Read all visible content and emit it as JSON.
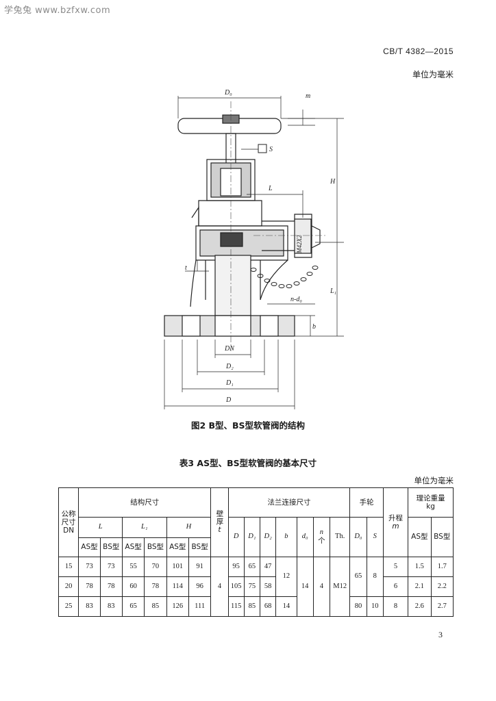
{
  "watermark": "学兔兔 www.bzfxw.com",
  "header": {
    "standard_no": "CB/T 4382—2015",
    "unit": "单位为毫米"
  },
  "figure": {
    "caption": "图2   B型、BS型软管阀的结构",
    "labels": {
      "D0": "D₀",
      "m": "m",
      "S": "S",
      "H": "H",
      "L": "L",
      "L1": "L₁",
      "M": "M42X2",
      "t": "t",
      "nd0": "n-d₀",
      "b": "b",
      "DN": "DN",
      "D2": "D₂",
      "D1": "D₁",
      "D": "D"
    }
  },
  "table": {
    "caption": "表3   AS型、BS型软管阀的基本尺寸",
    "unit": "单位为毫米",
    "headers": {
      "nominal": "公称尺寸DN",
      "structure": "结构尺寸",
      "wall": "壁厚",
      "wall_t": "t",
      "flange": "法兰连接尺寸",
      "handwheel": "手轮",
      "lift": "升程",
      "lift_m": "m",
      "weight": "理论重量",
      "weight_unit": "kg",
      "L": "L",
      "L1": "L₁",
      "H": "H",
      "D": "D",
      "D1": "D₁",
      "D2": "D₂",
      "b": "b",
      "d0": "d₀",
      "n": "n",
      "n_unit": "个",
      "th": "Th.",
      "D0": "D₀",
      "S": "S",
      "as": "AS型",
      "bs": "BS型"
    },
    "rows": [
      {
        "dn": "15",
        "L_as": "73",
        "L_bs": "73",
        "L1_as": "55",
        "L1_bs": "70",
        "H_as": "101",
        "H_bs": "91",
        "D": "95",
        "D1": "65",
        "D2": "47",
        "lift": "5",
        "w_as": "1.5",
        "w_bs": "1.7"
      },
      {
        "dn": "20",
        "L_as": "78",
        "L_bs": "78",
        "L1_as": "60",
        "L1_bs": "78",
        "H_as": "114",
        "H_bs": "96",
        "D": "105",
        "D1": "75",
        "D2": "58",
        "lift": "6",
        "w_as": "2.1",
        "w_bs": "2.2"
      },
      {
        "dn": "25",
        "L_as": "83",
        "L_bs": "83",
        "L1_as": "65",
        "L1_bs": "85",
        "H_as": "126",
        "H_bs": "111",
        "D": "115",
        "D1": "85",
        "D2": "68",
        "lift": "8",
        "w_as": "2.6",
        "w_bs": "2.7"
      }
    ],
    "merged": {
      "t": "4",
      "b_12": "12",
      "b_14": "14",
      "d0": "14",
      "n": "4",
      "th": "M12",
      "D0_65": "65",
      "D0_80": "80",
      "S_8": "8",
      "S_10": "10"
    }
  },
  "page_number": "3"
}
